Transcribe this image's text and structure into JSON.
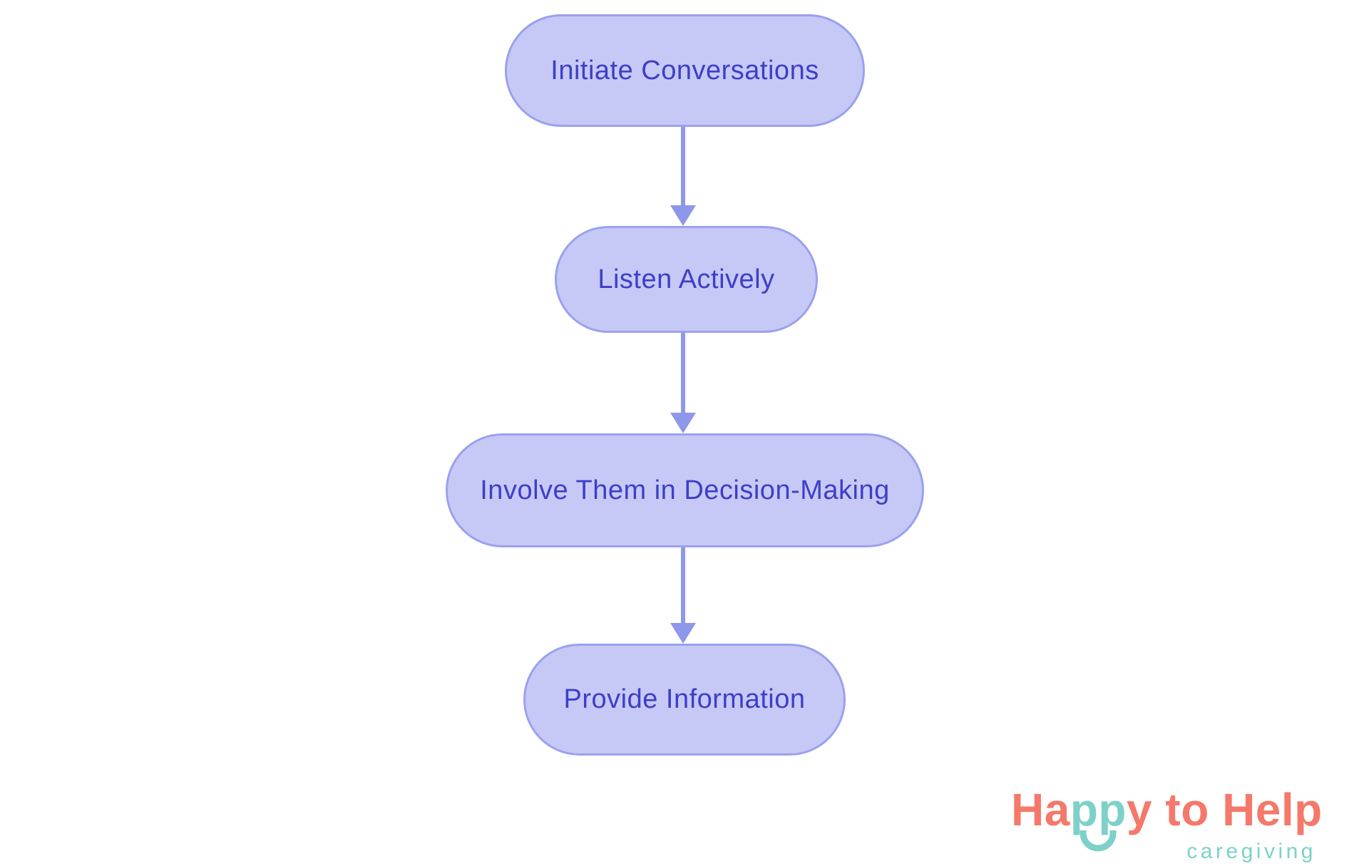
{
  "flowchart": {
    "type": "flowchart",
    "direction": "top-down",
    "nodes": [
      {
        "id": "initiate",
        "label": "Initiate Conversations"
      },
      {
        "id": "listen",
        "label": "Listen Actively"
      },
      {
        "id": "involve",
        "label": "Involve Them in Decision-Making"
      },
      {
        "id": "provide",
        "label": "Provide Information"
      }
    ],
    "edges": [
      {
        "from": "initiate",
        "to": "listen"
      },
      {
        "from": "listen",
        "to": "involve"
      },
      {
        "from": "involve",
        "to": "provide"
      }
    ],
    "colors": {
      "node_fill": "#c6c9f5",
      "node_border": "#9aa1ee",
      "node_text": "#3e3ec9",
      "arrow": "#8f97ea",
      "background": "#ffffff"
    }
  },
  "logo": {
    "title_part_ha": "Ha",
    "title_part_pp": "pp",
    "title_part_y": "y",
    "title_part_rest": " to Help",
    "subtitle": "caregiving",
    "colors": {
      "coral": "#f4796b",
      "teal": "#7ed1c9"
    }
  }
}
